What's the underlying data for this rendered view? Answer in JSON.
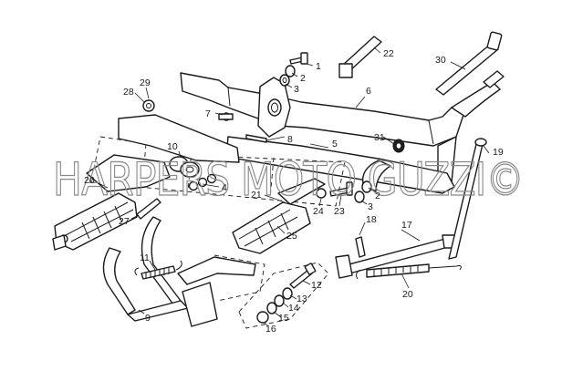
{
  "watermark": "HARPERS MOTO GUZZI©",
  "callouts": [
    {
      "id": "1",
      "label": "1"
    },
    {
      "id": "2a",
      "label": "2"
    },
    {
      "id": "3a",
      "label": "3"
    },
    {
      "id": "4",
      "label": "4"
    },
    {
      "id": "5",
      "label": "5"
    },
    {
      "id": "6",
      "label": "6"
    },
    {
      "id": "7",
      "label": "7"
    },
    {
      "id": "8",
      "label": "8"
    },
    {
      "id": "9",
      "label": "9"
    },
    {
      "id": "10",
      "label": "10"
    },
    {
      "id": "11",
      "label": "11"
    },
    {
      "id": "12",
      "label": "12"
    },
    {
      "id": "13",
      "label": "13"
    },
    {
      "id": "14",
      "label": "14"
    },
    {
      "id": "15",
      "label": "15"
    },
    {
      "id": "16",
      "label": "16"
    },
    {
      "id": "17",
      "label": "17"
    },
    {
      "id": "18",
      "label": "18"
    },
    {
      "id": "19",
      "label": "19"
    },
    {
      "id": "20",
      "label": "20"
    },
    {
      "id": "21",
      "label": "21"
    },
    {
      "id": "22",
      "label": "22"
    },
    {
      "id": "23",
      "label": "23"
    },
    {
      "id": "24",
      "label": "24"
    },
    {
      "id": "25",
      "label": "25"
    },
    {
      "id": "26",
      "label": "26"
    },
    {
      "id": "27",
      "label": "27"
    },
    {
      "id": "28",
      "label": "28"
    },
    {
      "id": "29",
      "label": "29"
    },
    {
      "id": "30",
      "label": "30"
    },
    {
      "id": "31",
      "label": "31"
    },
    {
      "id": "2b",
      "label": "2"
    },
    {
      "id": "3b",
      "label": "3"
    }
  ]
}
